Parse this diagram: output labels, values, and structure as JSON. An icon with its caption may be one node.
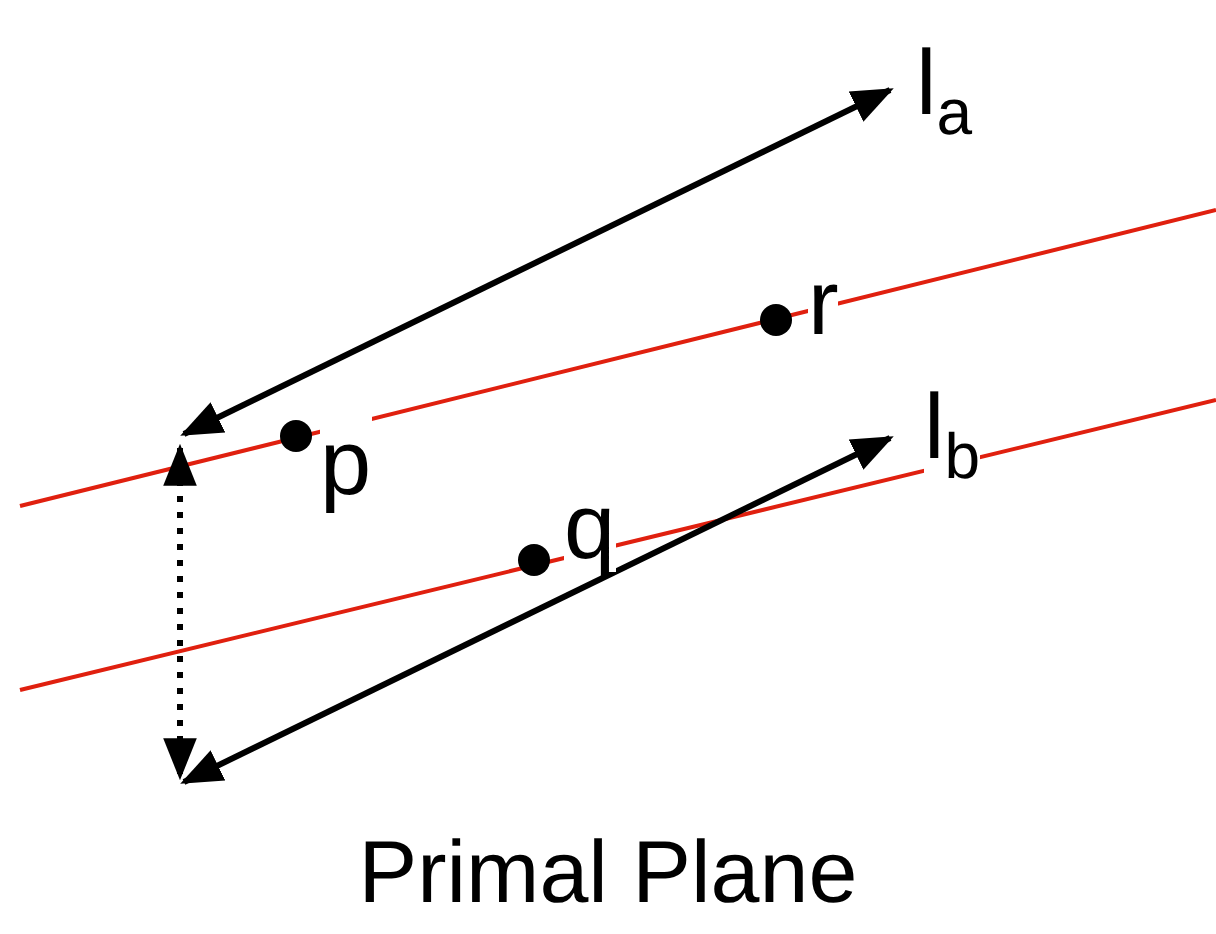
{
  "diagram": {
    "caption": "Primal Plane",
    "labels": [
      "l$_{a}$",
      "r",
      "p",
      "l$_{b}$",
      "q"
    ]
  }
}
